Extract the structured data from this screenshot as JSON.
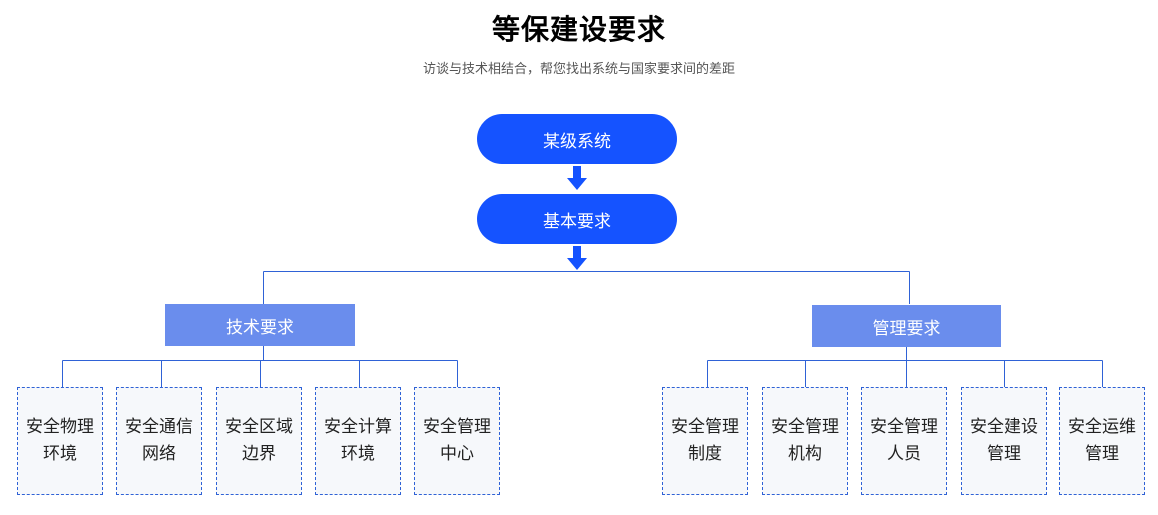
{
  "header": {
    "title": "等保建设要求",
    "subtitle": "访谈与技术相结合，帮您找出系统与国家要求间的差距"
  },
  "colors": {
    "pill": "#1553ff",
    "category": "#6a8ded",
    "line": "#2f62d6",
    "leaf_border": "#2f62d6",
    "leaf_bg": "#f6f8fb"
  },
  "flow": {
    "system": "某级系统",
    "basic": "基本要求"
  },
  "technical": {
    "label": "技术要求",
    "items": [
      {
        "line1": "安全物理",
        "line2": "环境"
      },
      {
        "line1": "安全通信",
        "line2": "网络"
      },
      {
        "line1": "安全区域",
        "line2": "边界"
      },
      {
        "line1": "安全计算",
        "line2": "环境"
      },
      {
        "line1": "安全管理",
        "line2": "中心"
      }
    ]
  },
  "management": {
    "label": "管理要求",
    "items": [
      {
        "line1": "安全管理",
        "line2": "制度"
      },
      {
        "line1": "安全管理",
        "line2": "机构"
      },
      {
        "line1": "安全管理",
        "line2": "人员"
      },
      {
        "line1": "安全建设",
        "line2": "管理"
      },
      {
        "line1": "安全运维",
        "line2": "管理"
      }
    ]
  }
}
